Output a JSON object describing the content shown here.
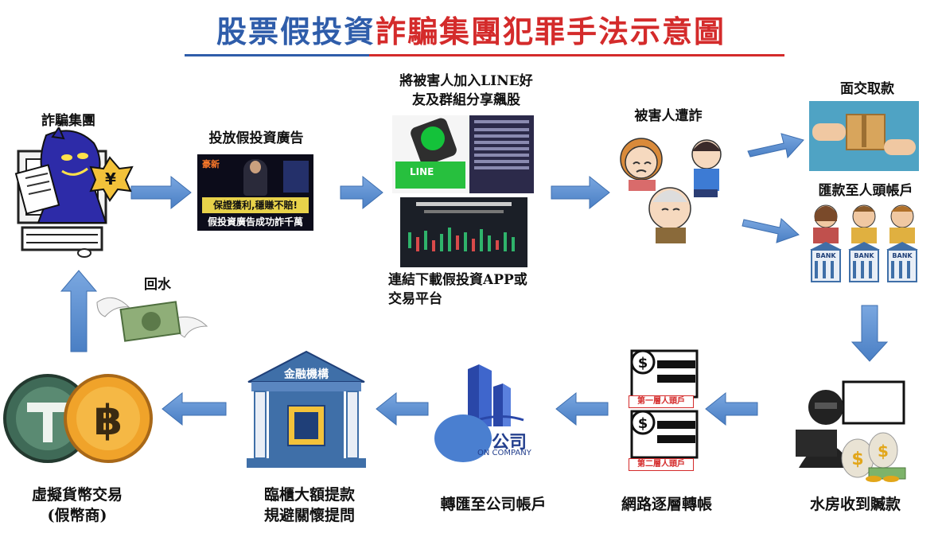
{
  "title": {
    "part_blue": "股票假投資",
    "part_red": "詐騙集團犯罪手法示意圖"
  },
  "colors": {
    "title_blue": "#2f5daa",
    "title_red": "#d42b2b",
    "arrow": "#5b8ed0",
    "scammer": "#2d2ba8"
  },
  "steps": {
    "scam_group": "詐騙集團",
    "fake_ad": "投放假投資廣告",
    "line_add_1": "將被害人加入LINE好",
    "line_add_2": "友及群組分享飆股",
    "download_app_1": "連結下載假投資APP或",
    "download_app_2": "交易平台",
    "victims": "被害人遭詐",
    "face_to_face": "面交取款",
    "remit_1": "匯款至人頭帳戶",
    "money_mule": "水房收到贓款",
    "layered_transfer": "網路逐層轉帳",
    "company_transfer": "轉匯至公司帳戶",
    "withdraw_1": "臨櫃大額提款",
    "withdraw_2": "規避關懷提問",
    "crypto_1": "虛擬貨幣交易",
    "crypto_2": "(假幣商)",
    "kickback": "回水"
  },
  "images": {
    "ad_logo": "豪新",
    "ad_line1": "保證獲利,穩賺不賠!",
    "ad_line2": "假投資廣告成功詐千萬",
    "line_app_text": "LINE",
    "bank_sign": "金融機構",
    "bank_sign_small": "BANK",
    "tier1": "第一層人頭戶",
    "tier2": "第二層人頭戶",
    "company_name": "公司",
    "company_sub": "ON COMPANY",
    "coin_symbol": "¥",
    "dollar_symbol": "$"
  }
}
